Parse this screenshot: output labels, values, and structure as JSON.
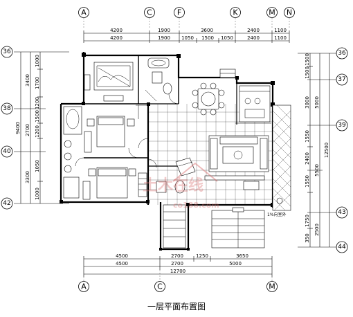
{
  "caption": "一层平面布置图",
  "axes_top": [
    "A",
    "C",
    "F",
    "K",
    "M",
    "N"
  ],
  "axes_bottom": [
    "A",
    "C",
    "M"
  ],
  "axes_left": [
    "36",
    "38",
    "40",
    "42"
  ],
  "axes_right": [
    "36",
    "37",
    "39",
    "43",
    "44"
  ],
  "dims_top_row1": [
    "4200",
    "1900",
    "3600",
    "2400",
    "1100"
  ],
  "dims_top_row2": [
    "4200",
    "1900",
    "1050",
    "1500",
    "1050",
    "2400",
    "1100"
  ],
  "dims_bottom_row1": [
    "4500",
    "2700",
    "1250",
    "3650"
  ],
  "dims_bottom_row2": [
    "4500",
    "2700",
    "5000"
  ],
  "dims_bottom_total": "12700",
  "dims_left_outer": [
    "3400",
    "2700",
    "3300"
  ],
  "dims_left_inner": [
    "1000",
    "1700",
    "1200",
    "1500",
    "1200",
    "1050",
    "1000"
  ],
  "dims_left_total": "9400",
  "dims_right_inner": [
    "1500",
    "1500",
    "3000",
    "1550",
    "2400",
    "1550",
    "1750",
    "350"
  ],
  "dims_right_outer": [
    "5000",
    "5500",
    "2500"
  ],
  "dims_right_total": "12500",
  "watermark_text": "土木在线",
  "watermark_small": "co188.com",
  "note_text": "1%向室外"
}
